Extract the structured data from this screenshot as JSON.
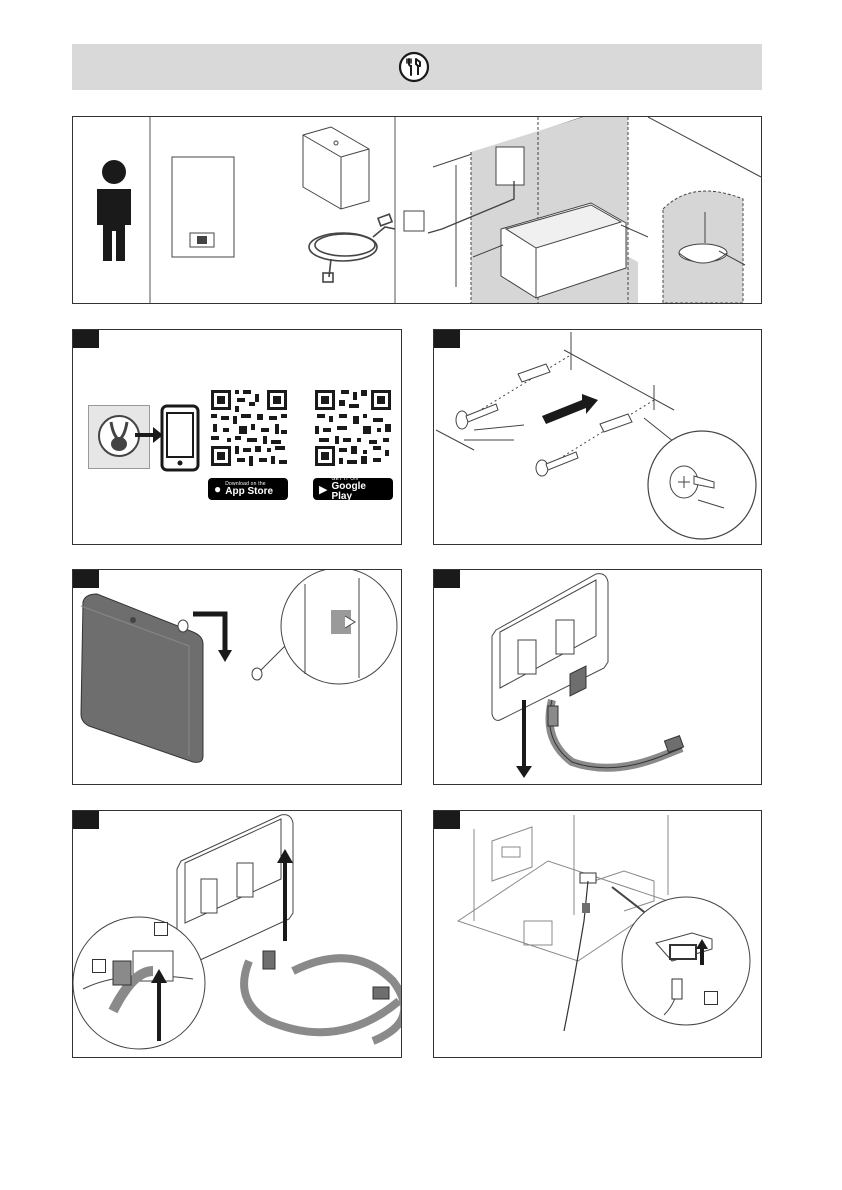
{
  "banner": {
    "icon": "tools-icon"
  },
  "app": {
    "app_store": {
      "small": "Download on the",
      "big": "App Store",
      "icon": "apple-icon"
    },
    "google_play": {
      "small": "GET IT ON",
      "big": "Google Play",
      "icon": "play-icon"
    }
  },
  "colors": {
    "banner": "#d9d9d9",
    "device_dark": "#6e6e6e",
    "cable": "#8a8a8a",
    "zone": "#d6d6d6"
  }
}
